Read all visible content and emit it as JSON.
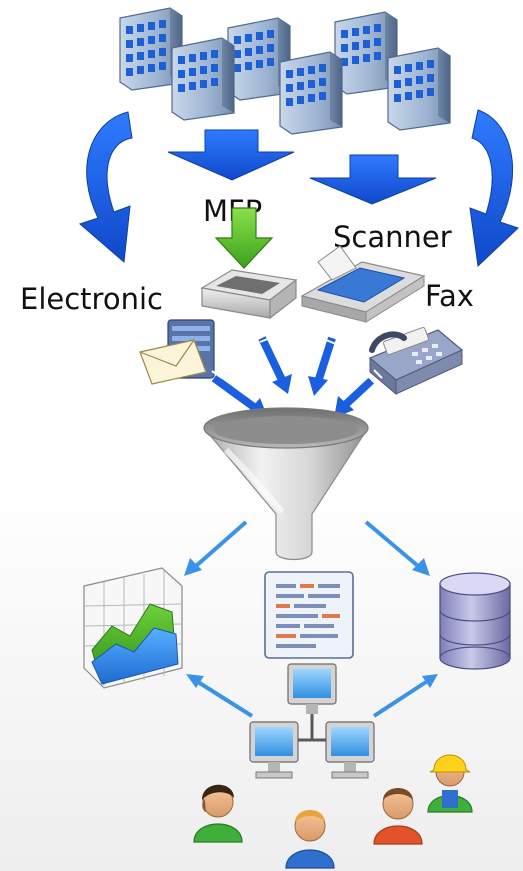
{
  "labels": {
    "mfp": "MFP",
    "scanner": "Scanner",
    "electronic": "Electronic",
    "fax": "Fax"
  },
  "colors": {
    "arrow_blue": "#1a5fe0",
    "arrow_light_blue": "#3a93e8",
    "building": "#8aa6c8",
    "funnel": "#c9c9c9"
  },
  "icons": [
    "buildings-icon",
    "mfp-icon",
    "scanner-icon",
    "email-icon",
    "fax-icon",
    "funnel-icon",
    "chart-icon",
    "document-icon",
    "database-icon",
    "network-icon",
    "user-icon"
  ]
}
